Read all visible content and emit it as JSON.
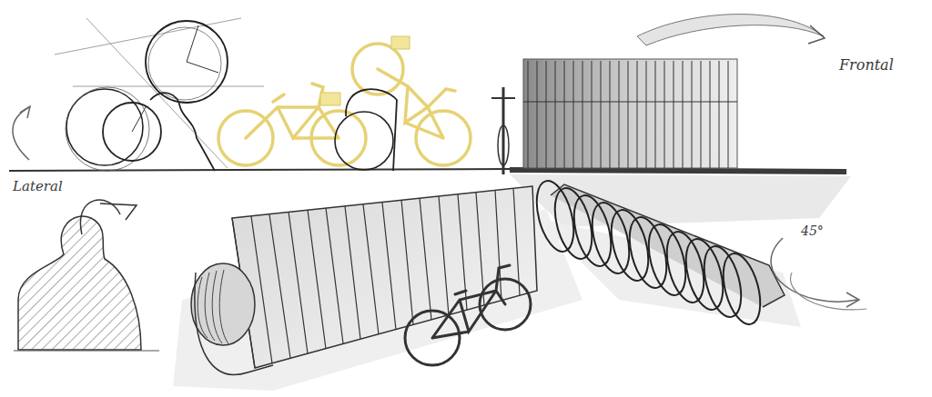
{
  "diagram": {
    "labels": [
      "Lateral",
      "Frontal",
      "45°"
    ]
  }
}
